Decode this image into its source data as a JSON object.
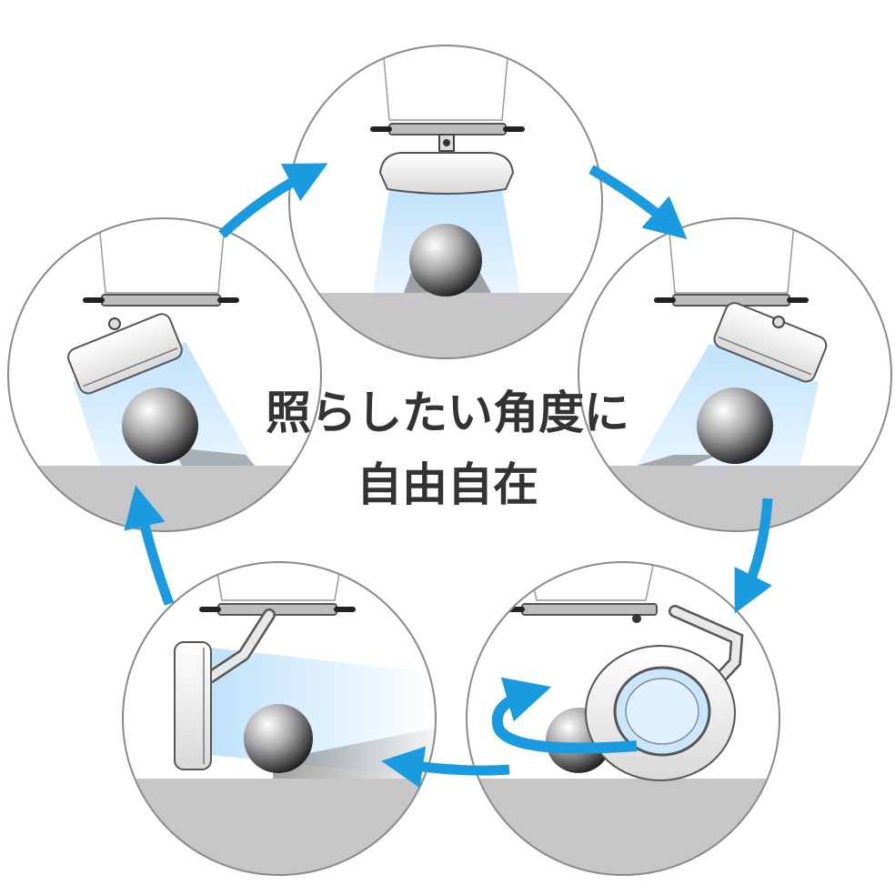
{
  "caption": {
    "line1": "照らしたい角度に",
    "line2": "自由自在"
  },
  "colors": {
    "arrow": "#1a9be0",
    "circle_stroke": "#8a8a8a",
    "floor": "#c6c6c8",
    "light_beam": "#cfe9fb",
    "caption_text": "#333333"
  },
  "panels": [
    {
      "id": "top",
      "icon": "light-straight-down-icon"
    },
    {
      "id": "right",
      "icon": "light-tilted-right-icon"
    },
    {
      "id": "bottom-right",
      "icon": "light-ring-rotating-icon"
    },
    {
      "id": "bottom-left",
      "icon": "light-sideways-icon"
    },
    {
      "id": "left",
      "icon": "light-tilted-left-icon"
    }
  ]
}
